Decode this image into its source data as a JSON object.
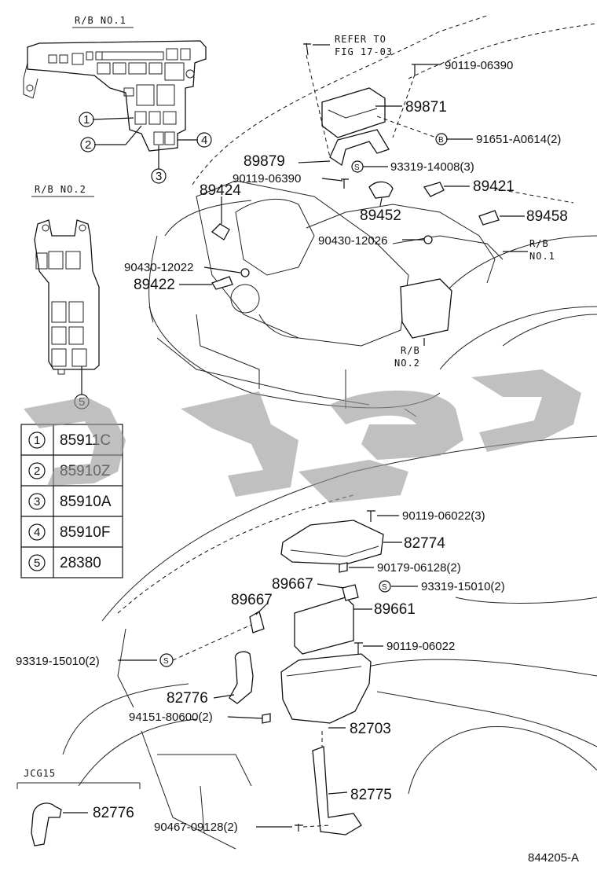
{
  "relay_blocks": {
    "rb1_title": "R/B NO.1",
    "rb2_title": "R/B NO.2",
    "callouts": [
      "1",
      "2",
      "3",
      "4",
      "5"
    ]
  },
  "legend": [
    {
      "num": "1",
      "part": "85911C"
    },
    {
      "num": "2",
      "part": "85910Z"
    },
    {
      "num": "3",
      "part": "85910A"
    },
    {
      "num": "4",
      "part": "85910F"
    },
    {
      "num": "5",
      "part": "28380"
    }
  ],
  "upper": {
    "refer_line1": "REFER TO",
    "refer_line2": "FIG 17-03",
    "labels": {
      "p90119_06390_top": "90119-06390",
      "p89871": "89871",
      "p91651": "91651-A0614(2)",
      "p89879": "89879",
      "p93319_14008": "93319-14008(3)",
      "p90119_06390_mid": "90119-06390",
      "p89424": "89424",
      "p89421": "89421",
      "p89452": "89452",
      "p89458": "89458",
      "p90430_12026": "90430-12026",
      "rb_no1_l1": "R/B",
      "rb_no1_l2": "NO.1",
      "p90430_12022": "90430-12022",
      "p89422": "89422",
      "rb_no2_l1": "R/B",
      "rb_no2_l2": "NO.2"
    },
    "marks": {
      "b": "B",
      "s": "S"
    }
  },
  "lower": {
    "labels": {
      "p90119_06022_3": "90119-06022(3)",
      "p82774": "82774",
      "p90179_06128": "90179-06128(2)",
      "p89667_a": "89667",
      "p93319_15010_r": "93319-15010(2)",
      "p89667_b": "89667",
      "p89661": "89661",
      "p93319_15010_l": "93319-15010(2)",
      "p90119_06022": "90119-06022",
      "p82776": "82776",
      "p94151": "94151-80600(2)",
      "p82703": "82703",
      "jcg15": "JCG15",
      "p82775": "82775",
      "p82776_b": "82776",
      "p90467": "90467-09128(2)"
    },
    "marks": {
      "s": "S"
    }
  },
  "footer": {
    "figure_id": "844205-A"
  },
  "watermark": {
    "color": "#9a9a9a"
  }
}
